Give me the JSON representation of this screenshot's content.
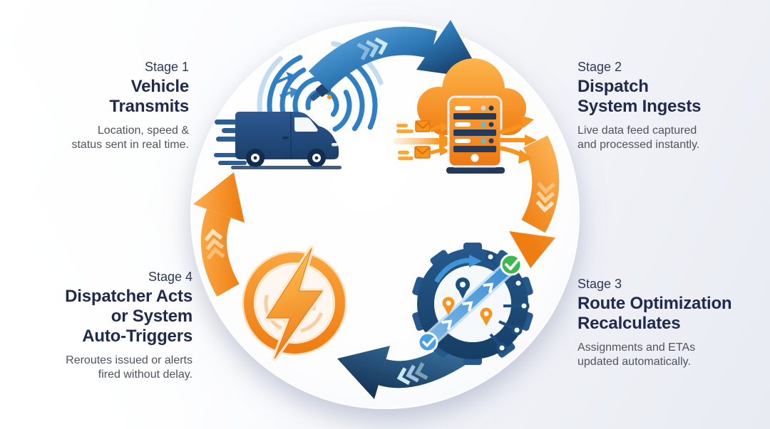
{
  "diagram": {
    "type": "cycle",
    "stage_count": 4,
    "flow": [
      "stage-1 to stage-2",
      "stage-2 to stage-3",
      "stage-3 to stage-4",
      "stage-4 to stage-1"
    ]
  },
  "stages": [
    {
      "label": "Stage 1",
      "title_lines": [
        "Vehicle",
        "Transmits"
      ],
      "desc_lines": [
        "Location, speed &",
        "status sent in real time."
      ],
      "icon": "delivery-van-icon"
    },
    {
      "label": "Stage 2",
      "title_lines": [
        "Dispatch",
        "System Ingests"
      ],
      "desc_lines": [
        "Live data feed captured",
        "and processed instantly."
      ],
      "icon": "cloud-server-icon"
    },
    {
      "label": "Stage 3",
      "title_lines": [
        "Route Optimization",
        "Recalculates"
      ],
      "desc_lines": [
        "Assignments and ETAs",
        "updated automatically."
      ],
      "icon": "route-gear-icon"
    },
    {
      "label": "Stage 4",
      "title_lines": [
        "Dispatcher Acts",
        "or System",
        "Auto-Triggers"
      ],
      "desc_lines": [
        "Reroutes issued or alerts",
        "fired without delay."
      ],
      "icon": "lightning-bolt-icon"
    }
  ],
  "colors": {
    "heading_navy": "#1f2a4d",
    "label_navy": "#2e3758",
    "body_gray": "#50535e",
    "arrow_blue": "#2d77b4",
    "arrow_navy": "#1c4a77",
    "arrow_orange": "#f7941e",
    "icon_navy": "#1d4e80",
    "route_blue": "#4a9be0",
    "check_green": "#3cb94e",
    "background": "#f0f2f7",
    "circle_white": "#fdfdfe"
  }
}
